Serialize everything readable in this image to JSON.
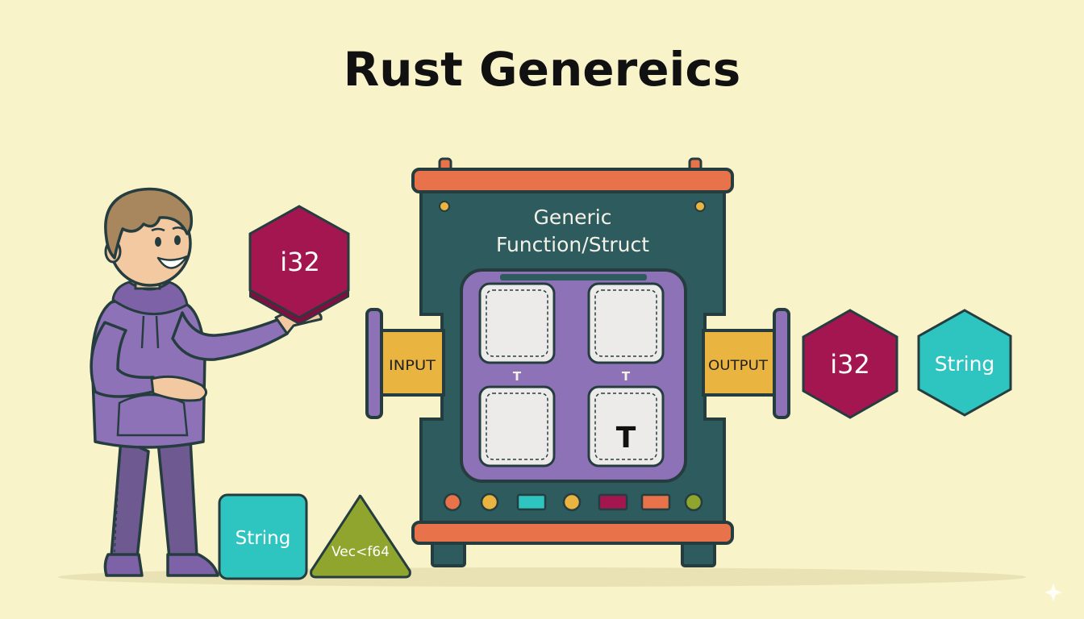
{
  "title": "Rust Genereics",
  "machine": {
    "label_line1": "Generic",
    "label_line2": "Function/Struct",
    "slot_labels": [
      "T",
      "T"
    ],
    "slot_value": "T",
    "input_label": "INPUT",
    "output_label": "OUTPUT"
  },
  "held_shape": {
    "label": "i32",
    "shape": "hexagon",
    "color": "#a3164f"
  },
  "input_shapes": [
    {
      "label": "String",
      "shape": "square",
      "color": "#2ec4c0"
    },
    {
      "label": "Vec<f64",
      "shape": "triangle",
      "color": "#8fa52e"
    }
  ],
  "output_shapes": [
    {
      "label": "i32",
      "shape": "hexagon",
      "color": "#a3164f"
    },
    {
      "label": "String",
      "shape": "hexagon",
      "color": "#2ec4c0"
    }
  ],
  "colors": {
    "background": "#f8f3c9",
    "machine_body": "#2d5b5e",
    "machine_rail": "#e8734a",
    "inner_panel": "#8e72b8",
    "pipe": "#e9b440",
    "hoodie": "#8e72b8"
  }
}
